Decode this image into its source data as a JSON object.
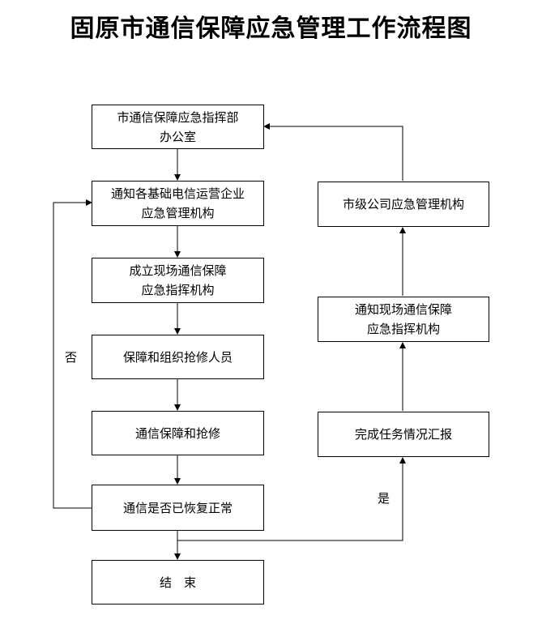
{
  "title": "固原市通信保障应急管理工作流程图",
  "nodes": {
    "command_office": {
      "line1": "市通信保障应急指挥部",
      "line2": "办公室"
    },
    "notify_operators": {
      "line1": "通知各基础电信运营企业",
      "line2": "应急管理机构"
    },
    "establish_onsite": {
      "line1": "成立现场通信保障",
      "line2": "应急指挥机构"
    },
    "organize_repair": {
      "line1": "保障和组织抢修人员"
    },
    "support_repair": {
      "line1": "通信保障和抢修"
    },
    "comm_restored": {
      "line1": "通信是否已恢复正常"
    },
    "end": {
      "line1": "结　束"
    },
    "complete_report": {
      "line1": "完成任务情况汇报"
    },
    "notify_onsite": {
      "line1": "通知现场通信保障",
      "line2": "应急指挥机构"
    },
    "city_company": {
      "line1": "市级公司应急管理机构"
    }
  },
  "edge_labels": {
    "no": "否",
    "yes": "是"
  }
}
